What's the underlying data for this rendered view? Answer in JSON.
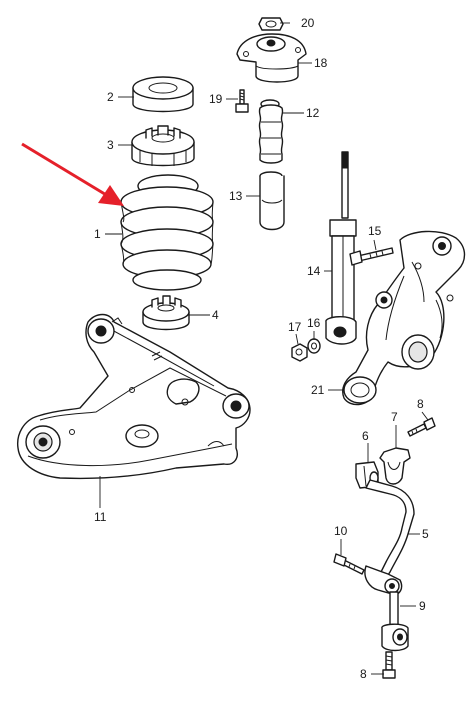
{
  "callouts": {
    "c1": "1",
    "c2": "2",
    "c3": "3",
    "c4": "4",
    "c5": "5",
    "c6": "6",
    "c7": "7",
    "c8a": "8",
    "c8b": "8",
    "c9": "9",
    "c10": "10",
    "c11": "11",
    "c12": "12",
    "c13": "13",
    "c14": "14",
    "c15": "15",
    "c16": "16",
    "c17": "17",
    "c18": "18",
    "c19": "19",
    "c20": "20",
    "c21": "21"
  },
  "colors": {
    "highlight_arrow": "#e5202a",
    "line": "#1a1a1a",
    "background": "#ffffff"
  },
  "highlighted_part": "1"
}
